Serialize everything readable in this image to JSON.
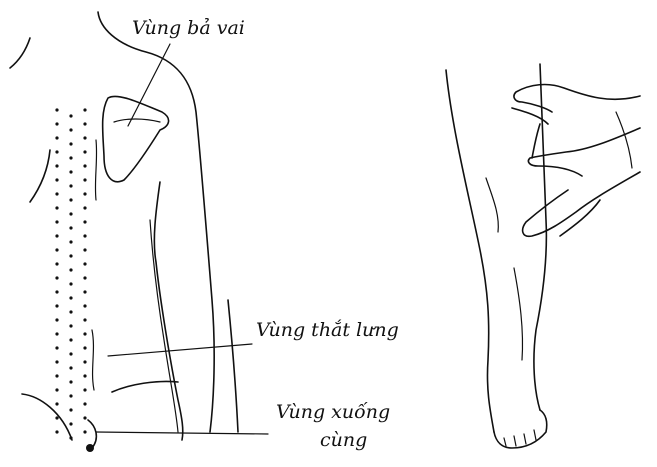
{
  "labels": {
    "shoulder_blade": "Vùng bả vai",
    "lower_back": "Vùng thắt lưng",
    "sacrum_line1": "Vùng xuống",
    "sacrum_line2": "cùng"
  },
  "colors": {
    "ink": "#111111",
    "background": "#ffffff"
  }
}
